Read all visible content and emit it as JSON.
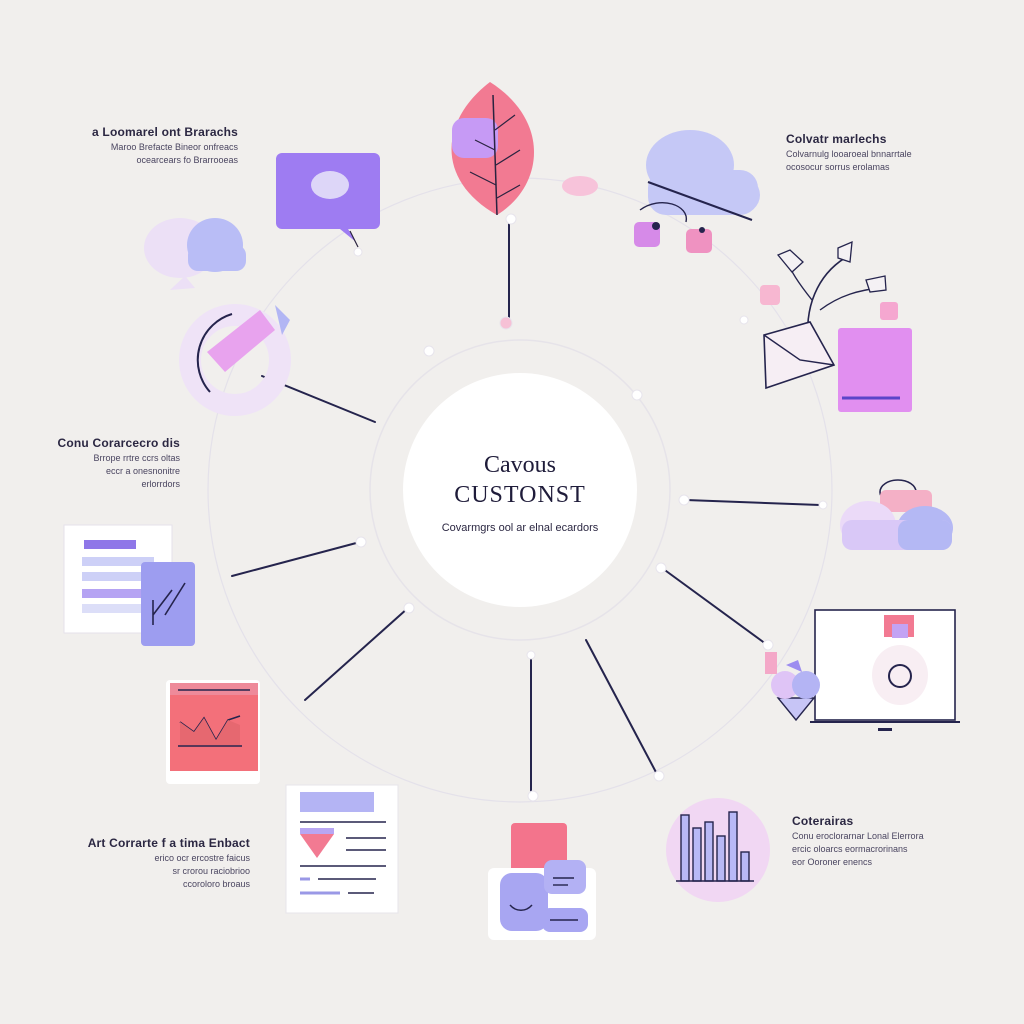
{
  "center": {
    "title_line1": "Cavous",
    "title_line2": "CUSTONST",
    "subtitle": "Covarmgrs ool ar elnal ecardors"
  },
  "blocks": {
    "top_left": {
      "title": "a Loomarel ont Brarachs",
      "lines": [
        "Maroo Brefacte Bineor onfreacs",
        "ocearcears fo Brarrooeas"
      ]
    },
    "top_right": {
      "title": "Colvatr marlechs",
      "lines": [
        "Colvarnulg looaroeal bnnarrtale",
        "ocosocur sorrus erolamas"
      ]
    },
    "mid_left": {
      "title": "Conu Corarcecro dis",
      "lines": [
        "Brrope rrtre ccrs oltas",
        "eccr a onesnonitre",
        "erlorrdors"
      ]
    },
    "bottom_left": {
      "title": "Art Corrarte f a tima Enbact",
      "lines": [
        "erico ocr ercostre faicus",
        "sr crorou raciobrioo",
        "ccoroloro broaus"
      ]
    },
    "bottom_right": {
      "title": "Coterairas",
      "lines": [
        "Conu eroclorarnar Lonal Elerrora",
        "ercic oloarcs eormacrorinans",
        "eor Ooroner enencs"
      ]
    }
  },
  "nodes": [
    {
      "name": "leaf",
      "icon": "leaf-icon"
    },
    {
      "name": "chat-card",
      "icon": "chat-bubble-icon"
    },
    {
      "name": "cloud-left",
      "icon": "cloud-icon"
    },
    {
      "name": "pie-ring",
      "icon": "pie-chart-icon"
    },
    {
      "name": "cloud-top-right",
      "icon": "cloud-icon"
    },
    {
      "name": "plant-envelope",
      "icon": "plant-envelope-icon"
    },
    {
      "name": "clouds-right",
      "icon": "clouds-icon"
    },
    {
      "name": "monitor",
      "icon": "monitor-icon"
    },
    {
      "name": "bar-chart-circle",
      "icon": "bar-chart-icon"
    },
    {
      "name": "chat-faces",
      "icon": "chat-faces-icon"
    },
    {
      "name": "report-doc",
      "icon": "document-icon"
    },
    {
      "name": "line-chart-card",
      "icon": "line-chart-icon"
    },
    {
      "name": "form-doc",
      "icon": "form-document-icon"
    }
  ],
  "colors": {
    "background": "#f1efed",
    "line": "#25244d",
    "purple": "#a17cf3",
    "lavender": "#b5b8f5",
    "pink": "#f27a92",
    "magenta": "#e58cf0",
    "coral": "#f3707a"
  }
}
